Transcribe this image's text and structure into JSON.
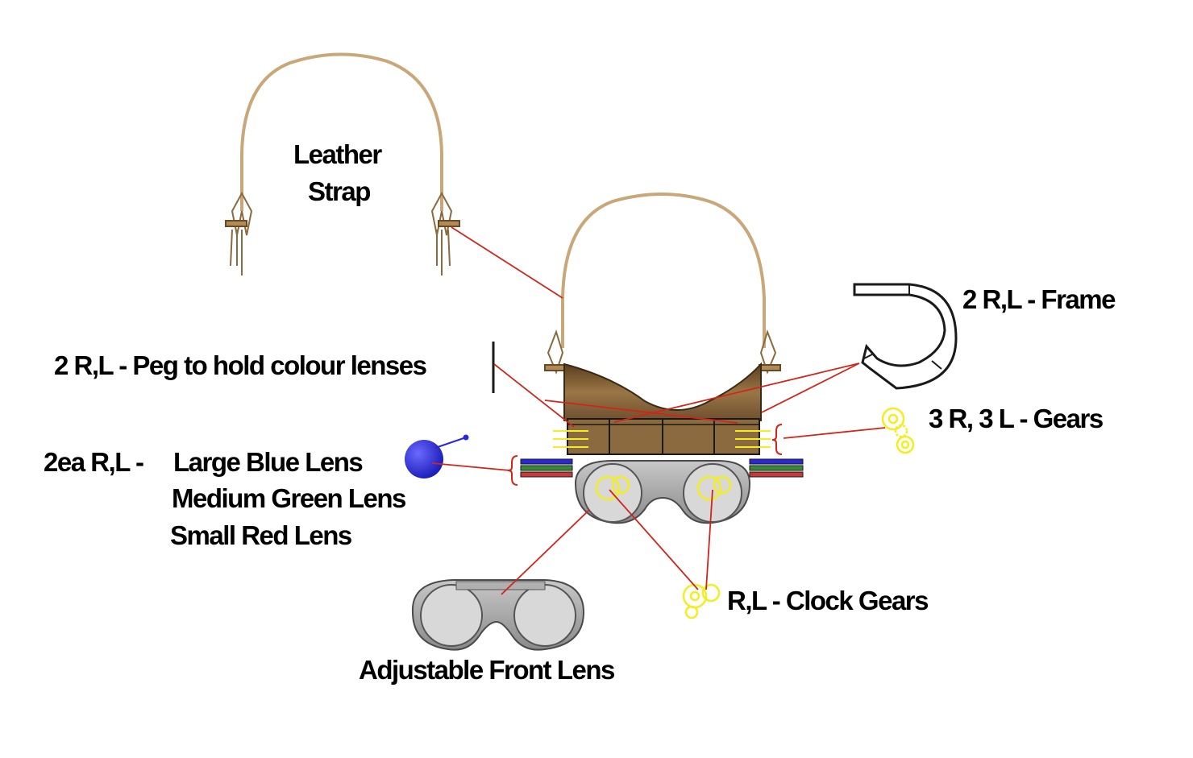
{
  "labels": {
    "leather_strap_line1": "Leather",
    "leather_strap_line2": "Strap",
    "frame": "2 R,L - Frame",
    "peg": "2 R,L - Peg to hold colour lenses",
    "gears": "3 R, 3 L - Gears",
    "lens_prefix": "2ea R,L -",
    "lens_blue": "Large Blue Lens",
    "lens_green": "Medium Green Lens",
    "lens_red": "Small Red Lens",
    "clock_gears": "R,L - Clock Gears",
    "front_lens": "Adjustable Front Lens"
  },
  "colors": {
    "leather": "#c8a878",
    "leather_body": "#8a6a3e",
    "leader_line": "#d0261a",
    "blue_lens": "#2828d8",
    "green_lens": "#3a8a3a",
    "red_lens": "#c83a3a",
    "gear_yellow": "#f2ee20",
    "lens_grey": "#a8a8a8"
  }
}
